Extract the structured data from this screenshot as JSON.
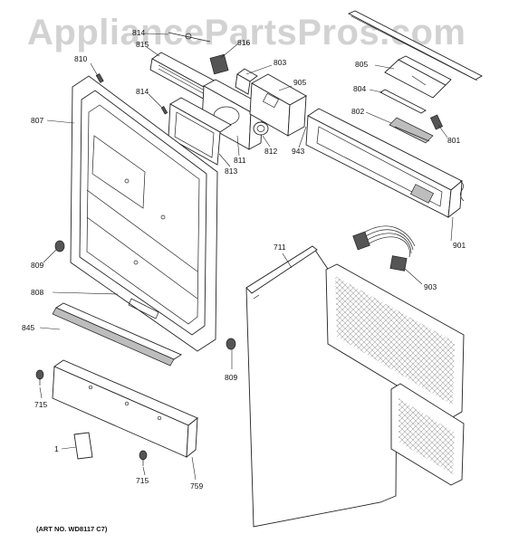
{
  "watermark": "AppliancePartsPros.com",
  "art_number": "(ART NO. WD8117 C7)",
  "callouts": {
    "c801": "801",
    "c802": "802",
    "c803": "803",
    "c804": "804",
    "c805": "805",
    "c807": "807",
    "c808": "808",
    "c809a": "809",
    "c809b": "809",
    "c810": "810",
    "c811": "811",
    "c812": "812",
    "c813": "813",
    "c814": "814",
    "c815": "815",
    "c816": "816",
    "c845": "845",
    "c901": "901",
    "c903": "903",
    "c905": "905",
    "c943": "943",
    "c711": "711",
    "c715a": "715",
    "c715b": "715",
    "c759": "759",
    "c1": "1"
  }
}
